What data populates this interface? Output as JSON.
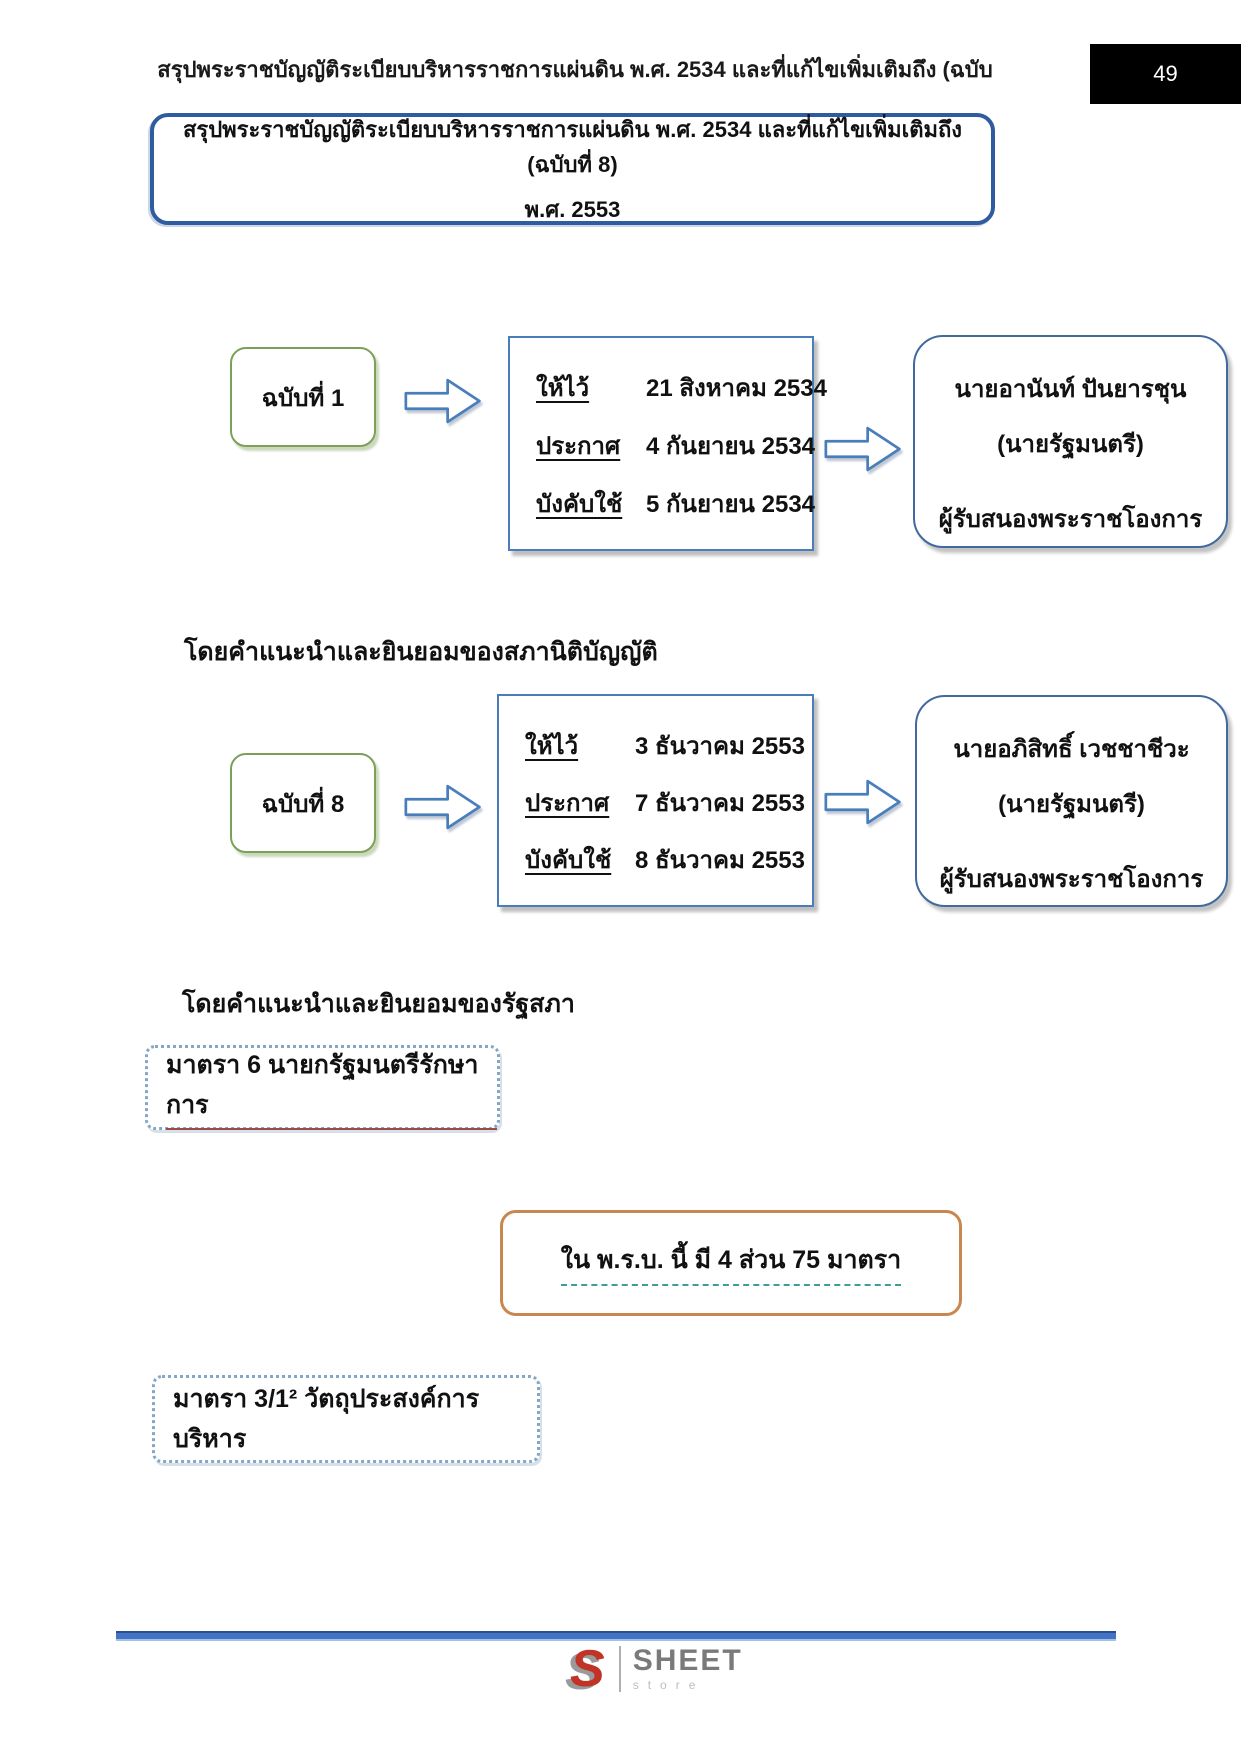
{
  "header": {
    "title": "สรุปพระราชบัญญัติระเบียบบริหารราชการแผ่นดิน พ.ศ. 2534 และที่แก้ไขเพิ่มเติมถึง (ฉบับ",
    "page_number": "49"
  },
  "title_box": {
    "line1": "สรุปพระราชบัญญัติระเบียบบริหารราชการแผ่นดิน พ.ศ. 2534 และที่แก้ไขเพิ่มเติมถึง (ฉบับที่ 8)",
    "line2": "พ.ศ. 2553"
  },
  "editions": [
    {
      "label": "ฉบับที่ 1",
      "dates": [
        {
          "field": "ให้ไว้",
          "value": "21 สิงหาคม 2534"
        },
        {
          "field": "ประกาศ",
          "value": "4 กันยายน 2534"
        },
        {
          "field": "บังคับใช้",
          "value": "5 กันยายน 2534"
        }
      ],
      "signer": {
        "name": "นายอานันท์ ปันยารชุน",
        "title": "(นายรัฐมนตรี)",
        "role": "ผู้รับสนองพระราชโองการ"
      },
      "note": "โดยคำแนะนำและยินยอมของสภานิติบัญญัติ"
    },
    {
      "label": "ฉบับที่ 8",
      "dates": [
        {
          "field": "ให้ไว้",
          "value": "3 ธันวาคม 2553"
        },
        {
          "field": "ประกาศ",
          "value": "7 ธันวาคม 2553"
        },
        {
          "field": "บังคับใช้",
          "value": "8 ธันวาคม 2553"
        }
      ],
      "signer": {
        "name": "นายอภิสิทธิ์ เวชชาชีวะ",
        "title": "(นายรัฐมนตรี)",
        "role": "ผู้รับสนองพระราชโองการ"
      },
      "note": "โดยคำแนะนำและยินยอมของรัฐสภา"
    }
  ],
  "callouts": {
    "section6": "มาตรา 6 นายกรัฐมนตรีรักษาการ",
    "structure": "ใน พ.ร.บ. นี้ มี 4 ส่วน 75 มาตรา",
    "section31": "มาตรา 3/1² วัตถุประสงค์การบริหาร"
  },
  "footer": {
    "logo_s": "S",
    "logo_text": "SHEET",
    "logo_subtext": "store"
  },
  "colors": {
    "title_border": "#2e5c9e",
    "green_border": "#7ba158",
    "blue_border": "#4a7ebb",
    "signer_border": "#41699f",
    "dashed_border": "#84a7c6",
    "orange_border": "#c8874e",
    "footer_rule": "#4472c4",
    "logo_red": "#c13327",
    "page_number_bg": "#000000"
  }
}
